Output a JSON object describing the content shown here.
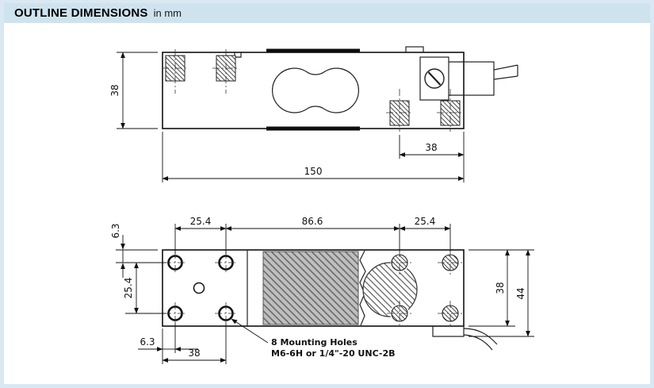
{
  "header": {
    "title": "OUTLINE DIMENSIONS",
    "subtitle": "in mm"
  },
  "top_view": {
    "dim_width": "38",
    "dim_length": "150",
    "dim_right_offset": "38"
  },
  "bottom_view": {
    "dim_top_left": "25.4",
    "dim_top_mid": "86.6",
    "dim_top_right": "25.4",
    "dim_edge_offset_top": "6.3",
    "dim_row_spacing": "25.4",
    "dim_body_width": "38",
    "dim_overall_width": "44",
    "dim_edge_offset_bottom": "6.3",
    "dim_bottom_span": "38",
    "note_line1": "8 Mounting Holes",
    "note_line2": "M6-6H or 1/4\"-20 UNC-2B"
  },
  "colors": {
    "header_bg": "#cfe3ef",
    "page_bg": "#d9e8f2",
    "line": "#111111"
  }
}
